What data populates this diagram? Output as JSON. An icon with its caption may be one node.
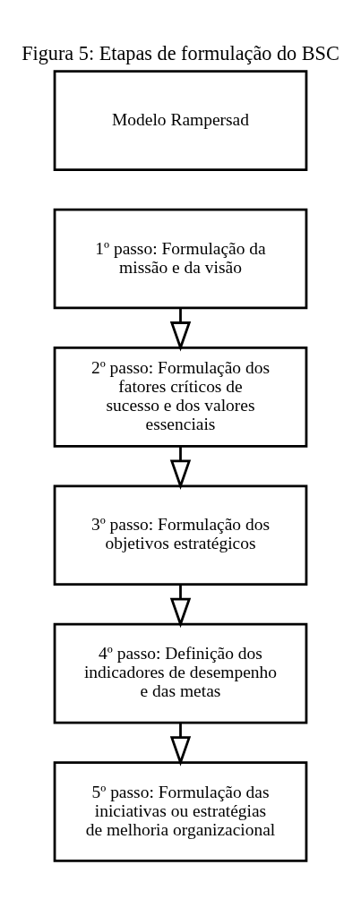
{
  "diagram": {
    "title": "Figura 5: Etapas de formulação do BSC",
    "nodes": [
      {
        "text": [
          "Modelo Rampersad"
        ]
      },
      {
        "text": [
          "1º passo: Formulação da missão e da visão"
        ]
      },
      {
        "text": [
          "2º passo: Formulação dos fatores críticos de sucesso e dos valores essenciais"
        ]
      },
      {
        "text": [
          "3º passo: Formulação dos objetivos estratégicos"
        ]
      },
      {
        "text": [
          "4º passo: Definição dos indicadores de desempenho e das metas"
        ]
      },
      {
        "text": [
          "5º passo: Formulação das iniciativas ou estratégias de melhoria organizacional"
        ]
      }
    ],
    "edges": [
      {
        "from": 1,
        "to": 2,
        "arrow": "to"
      },
      {
        "from": 2,
        "to": 3,
        "arrow": "to"
      },
      {
        "from": 3,
        "to": 4,
        "arrow": "to"
      },
      {
        "from": 4,
        "to": 5,
        "arrow": "to"
      }
    ]
  }
}
